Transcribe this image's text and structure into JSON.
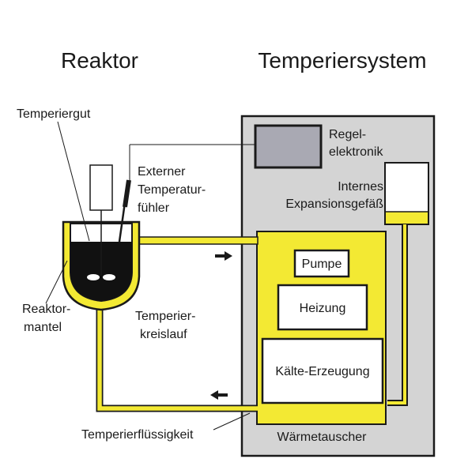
{
  "headings": {
    "left": "Reaktor",
    "right": "Temperiersystem"
  },
  "labels": {
    "temperiergut": "Temperiergut",
    "externer_line1": "Externer",
    "externer_line2": "Temperatur-",
    "externer_line3": "fühler",
    "reaktor_line1": "Reaktor-",
    "reaktor_line2": "mantel",
    "kreislauf_line1": "Temperier-",
    "kreislauf_line2": "kreislauf",
    "fluessigkeit": "Temperierflüssigkeit",
    "regel_line1": "Regel-",
    "regel_line2": "elektronik",
    "internes_line1": "Internes",
    "internes_line2": "Expansionsgefäß",
    "pumpe": "Pumpe",
    "heizung": "Heizung",
    "kaelte": "Kälte-Erzeugung",
    "waermetauscher": "Wärmetauscher"
  },
  "colors": {
    "fluid_yellow": "#f3e933",
    "system_gray": "#d4d4d4",
    "electronics_gray": "#a9a9b3",
    "outline": "#1a1a1a",
    "reactor_content": "#111111"
  }
}
